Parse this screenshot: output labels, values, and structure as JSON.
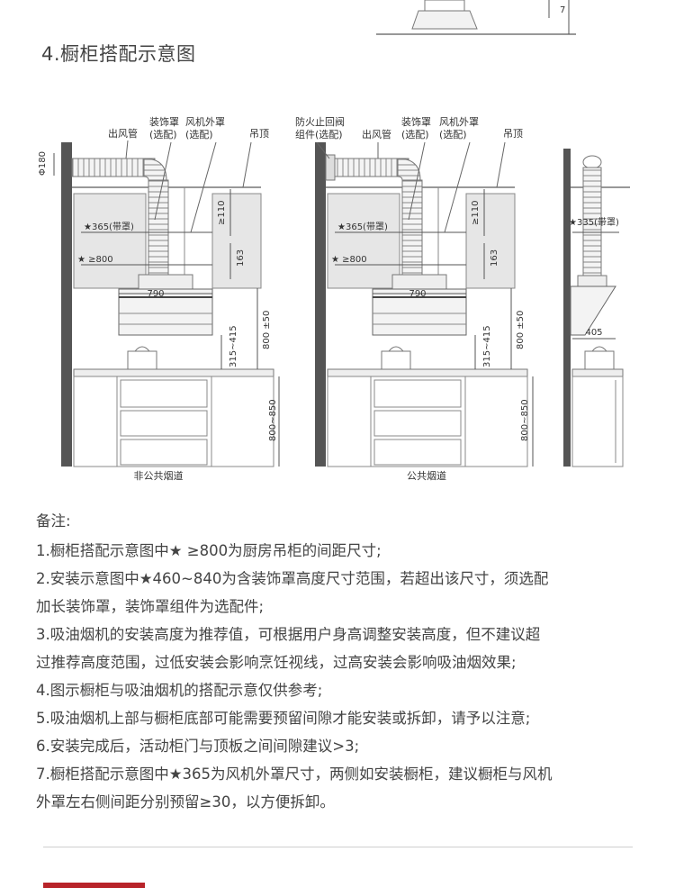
{
  "title": "4.橱柜搭配示意图",
  "labels": {
    "exhaust_pipe": "出风管",
    "decor_cover_1": "装饰罩",
    "decor_cover_2": "(选配)",
    "fan_cover_1": "风机外罩",
    "fan_cover_2": "(选配)",
    "ceiling": "吊顶",
    "fire_valve_1": "防火止回阀",
    "fire_valve_2": "组件(选配)",
    "phi180": "Φ180",
    "star365": "★365(带罩)",
    "star800": "★ ≥800",
    "w790": "790",
    "h110": "≥110",
    "h163": "163",
    "h800_50": "800 ±50",
    "h315": "315~415",
    "h800_850": "800~850",
    "star335": "★335(带罩)",
    "w405": "405",
    "top_dim": "7",
    "caption_left": "非公共烟道",
    "caption_right": "公共烟道"
  },
  "notes": {
    "heading": "备注:",
    "lines": [
      "1.橱柜搭配示意图中★ ≥800为厨房吊柜的间距尺寸;",
      "2.安装示意图中★460~840为含装饰罩高度尺寸范围，若超出该尺寸，须选配",
      "加长装饰罩，装饰罩组件为选配件;",
      "3.吸油烟机的安装高度为推荐值，可根据用户身高调整安装高度，但不建议超",
      "过推荐高度范围，过低安装会影响烹饪视线，过高安装会影响吸油烟效果;",
      "4.图示橱柜与吸油烟机的搭配示意仅供参考;",
      "5.吸油烟机上部与橱柜底部可能需要预留间隙才能安装或拆卸，请予以注意;",
      "6.安装完成后，活动柜门与顶板之间间隙建议>3;",
      "7.橱柜搭配示意图中★365为风机外罩尺寸，两侧如安装橱柜，建议橱柜与风机",
      "外罩左右侧间距分别预留≥30，以方便拆卸。"
    ]
  },
  "colors": {
    "accent": "#b8242a",
    "wall": "#555555",
    "cabinet_fill": "#e6e6e6"
  }
}
